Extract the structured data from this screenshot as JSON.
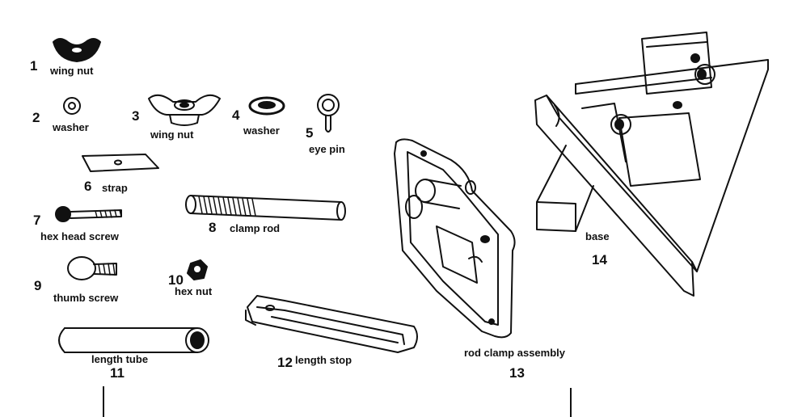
{
  "parts": [
    {
      "number": "1",
      "label": "wing nut"
    },
    {
      "number": "2",
      "label": "washer"
    },
    {
      "number": "3",
      "label": "wing nut"
    },
    {
      "number": "4",
      "label": "washer"
    },
    {
      "number": "5",
      "label": "eye pin"
    },
    {
      "number": "6",
      "label": "strap"
    },
    {
      "number": "7",
      "label": "hex  head screw"
    },
    {
      "number": "8",
      "label": "clamp rod"
    },
    {
      "number": "9",
      "label": "thumb screw"
    },
    {
      "number": "10",
      "label": "hex  nut"
    },
    {
      "number": "11",
      "label": "length tube"
    },
    {
      "number": "12",
      "label": "length stop"
    },
    {
      "number": "13",
      "label": "rod clamp assembly"
    },
    {
      "number": "14",
      "label": "base"
    }
  ],
  "colors": {
    "ink": "#111111",
    "paper": "#ffffff"
  }
}
